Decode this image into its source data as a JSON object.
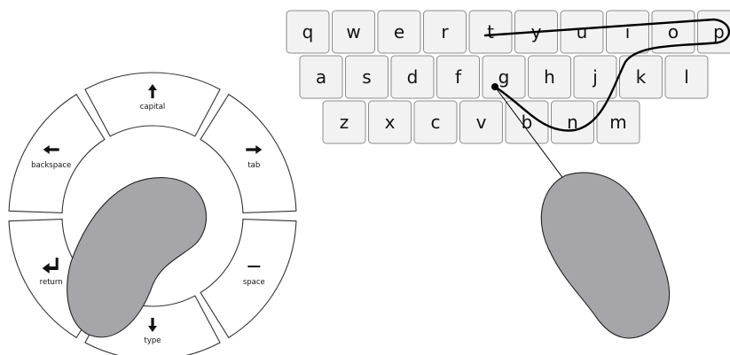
{
  "keyboard": {
    "rows": [
      [
        "q",
        "w",
        "e",
        "r",
        "t",
        "y",
        "u",
        "i",
        "o",
        "p"
      ],
      [
        "a",
        "s",
        "d",
        "f",
        "g",
        "h",
        "j",
        "k",
        "l"
      ],
      [
        "z",
        "x",
        "c",
        "v",
        "b",
        "n",
        "m"
      ]
    ]
  },
  "ring": {
    "segments": [
      {
        "label": "capital",
        "icon": "arrow-up-icon"
      },
      {
        "label": "tab",
        "icon": "arrow-right-icon"
      },
      {
        "label": "space",
        "icon": "space-bar-icon"
      },
      {
        "label": "type",
        "icon": "arrow-down-icon"
      },
      {
        "label": "return",
        "icon": "return-arrow-icon"
      },
      {
        "label": "backspace",
        "icon": "arrow-left-icon"
      }
    ]
  },
  "colors": {
    "key_fill": "#f2f2f2",
    "key_border": "#8c8c8c",
    "touch_blob": "#a6a6a8",
    "stroke": "#111111"
  }
}
